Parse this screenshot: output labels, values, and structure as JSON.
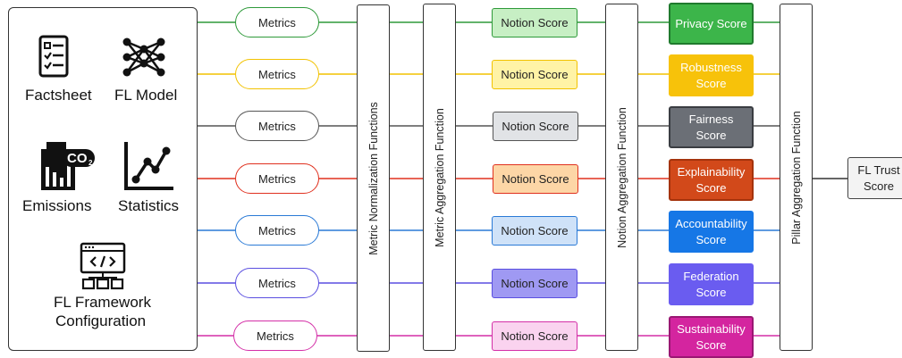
{
  "sources": {
    "factsheet": "Factsheet",
    "fl_model": "FL Model",
    "emissions": "Emissions",
    "statistics": "Statistics",
    "framework_line1": "FL Framework",
    "framework_line2": "Configuration"
  },
  "metrics_label": "Metrics",
  "functions": {
    "metric_normalization": "Metric Normalization Functions",
    "metric_aggregation": "Metric Aggregation Function",
    "notion_aggregation": "Notion Aggregation Function",
    "pillar_aggregation": "Pillar Aggregation Function"
  },
  "notion_label": "Notion Score",
  "pillars": [
    {
      "line1": "Privacy Score",
      "line2": "",
      "color": "#3cb54a",
      "border": "#1f7a2d",
      "tint": "#c7efc4",
      "wire": "#2e9a3a"
    },
    {
      "line1": "Robustness",
      "line2": "Score",
      "color": "#f7c20a",
      "border": "#f7c20a",
      "tint": "#fff3a6",
      "wire": "#f2c200"
    },
    {
      "line1": "Fairness",
      "line2": "Score",
      "color": "#6b6f76",
      "border": "#3a3d42",
      "tint": "#e1e3e6",
      "wire": "#555"
    },
    {
      "line1": "Explainability",
      "line2": "Score",
      "color": "#d2491a",
      "border": "#a5330c",
      "tint": "#fdd6a6",
      "wire": "#e0301e"
    },
    {
      "line1": "Accountability",
      "line2": "Score",
      "color": "#1677e6",
      "border": "#1677e6",
      "tint": "#cfe2f8",
      "wire": "#2a7ad6"
    },
    {
      "line1": "Federation",
      "line2": "Score",
      "color": "#6a5cf0",
      "border": "#6a5cf0",
      "tint": "#9f99f3",
      "wire": "#5a4fe0"
    },
    {
      "line1": "Sustainability",
      "line2": "Score",
      "color": "#d4259f",
      "border": "#9a1773",
      "tint": "#fad3ef",
      "wire": "#d42fa7"
    }
  ],
  "trust": {
    "line1": "FL Trust",
    "line2": "Score"
  },
  "icons": [
    "checklist-icon",
    "neural-network-icon",
    "co2-factory-icon",
    "line-chart-icon",
    "code-window-icon"
  ]
}
